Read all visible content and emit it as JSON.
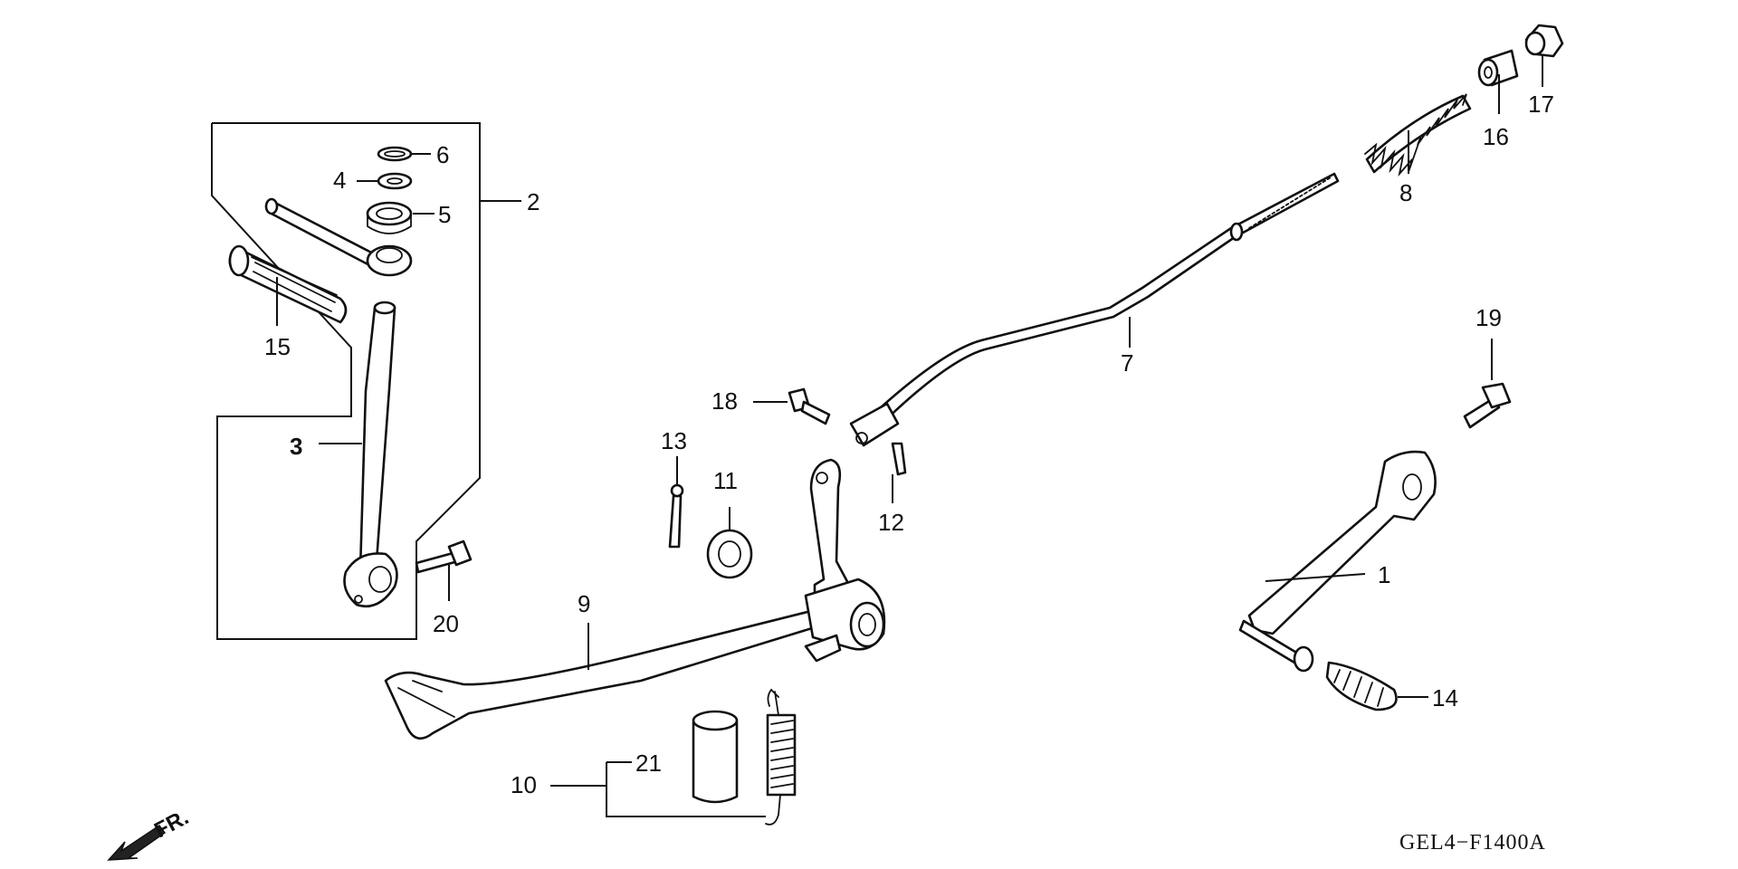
{
  "diagram": {
    "code": "GEL4−F1400A",
    "direction_label": "FR.",
    "callouts": [
      {
        "id": "c1",
        "text": "1"
      },
      {
        "id": "c2",
        "text": "2"
      },
      {
        "id": "c3",
        "text": "3"
      },
      {
        "id": "c4",
        "text": "4"
      },
      {
        "id": "c5",
        "text": "5"
      },
      {
        "id": "c6",
        "text": "6"
      },
      {
        "id": "c7",
        "text": "7"
      },
      {
        "id": "c8",
        "text": "8"
      },
      {
        "id": "c9",
        "text": "9"
      },
      {
        "id": "c10",
        "text": "10"
      },
      {
        "id": "c11",
        "text": "11"
      },
      {
        "id": "c12",
        "text": "12"
      },
      {
        "id": "c13",
        "text": "13"
      },
      {
        "id": "c14",
        "text": "14"
      },
      {
        "id": "c15",
        "text": "15"
      },
      {
        "id": "c16",
        "text": "16"
      },
      {
        "id": "c17",
        "text": "17"
      },
      {
        "id": "c18",
        "text": "18"
      },
      {
        "id": "c19",
        "text": "19"
      },
      {
        "id": "c20",
        "text": "20"
      },
      {
        "id": "c21",
        "text": "21"
      }
    ]
  }
}
